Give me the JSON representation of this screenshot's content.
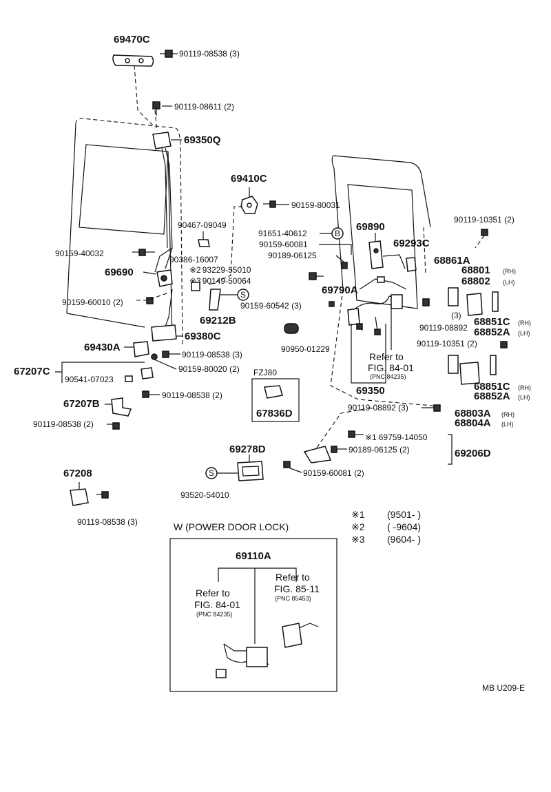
{
  "parts": {
    "p69470c": "69470C",
    "p90119_08538_3a": "90119-08538 (3)",
    "p90119_08611": "90119-08611 (2)",
    "p69350q": "69350Q",
    "p69410c": "69410C",
    "p90159_80031": "90159-80031",
    "p90467_09049": "90467-09049",
    "p91651_40612": "91651-40612",
    "p69890": "69890",
    "p90159_60081a": "90159-60081",
    "p69293c": "69293C",
    "p90119_10351a": "90119-10351 (2)",
    "p90159_40032": "90159-40032",
    "p90386_16007": "90386-16007",
    "p93229": "93229-55010",
    "p90149": "90149-50064",
    "p90189_06125a": "90189-06125",
    "p68861a": "68861A",
    "p69690": "69690",
    "p68801": "68801",
    "p68802": "68802",
    "p90159_60010": "90159-60010 (2)",
    "p69790a": "69790A",
    "p90159_60542": "90159-60542 (3)",
    "p69212b": "69212B",
    "p68851c_a": "68851C",
    "p68852a_a": "68852A",
    "p90119_08892a": "90119-08892",
    "p69380c": "69380C",
    "p90950_01229": "90950-01229",
    "p69430a": "69430A",
    "p90119_08538_3b": "90119-08538 (3)",
    "p90119_10351b": "90119-10351 (2)",
    "p67207c": "67207C",
    "p90541_07023": "90541-07023",
    "p90159_80020": "90159-80020 (2)",
    "p69350": "69350",
    "p68851c_b": "68851C",
    "p68852a_b": "68852A",
    "p90119_08538_2a": "90119-08538 (2)",
    "p67207b": "67207B",
    "p67836d": "67836D",
    "p90119_08892b": "90119-08892 (3)",
    "p68803a": "68803A",
    "p68804a": "68804A",
    "p90119_08538_2b": "90119-08538 (2)",
    "p69759": "69759-14050",
    "p90189_06125b": "90189-06125 (2)",
    "p69206d": "69206D",
    "p69278d": "69278D",
    "p90159_60081b": "90159-60081 (2)",
    "p67208": "67208",
    "p93520": "93520-54010",
    "p90119_08538_3c": "90119-08538 (3)",
    "p69110a": "69110A"
  },
  "labels": {
    "rh": "(RH)",
    "lh": "(LH)",
    "qty3": "(3)",
    "marker_b": "B",
    "marker_s": "S",
    "marker_s2": "S",
    "mark1": "※1",
    "mark2": "※2",
    "mark3": "※3",
    "fzj80": "FZJ80",
    "refer_to": "Refer to",
    "fig_84_01": "FIG. 84-01",
    "pnc_84235": "(PNC 84235)",
    "fig_85_11": "FIG. 85-11",
    "pnc_85453": "(PNC 85453)",
    "inset_title": "W (POWER  DOOR  LOCK)",
    "diagram_id": "MB U209-E"
  },
  "legend": [
    {
      "mark": "※1",
      "range": "(9501-        )"
    },
    {
      "mark": "※2",
      "range": "(          -9604)"
    },
    {
      "mark": "※3",
      "range": "(9604-        )"
    }
  ]
}
